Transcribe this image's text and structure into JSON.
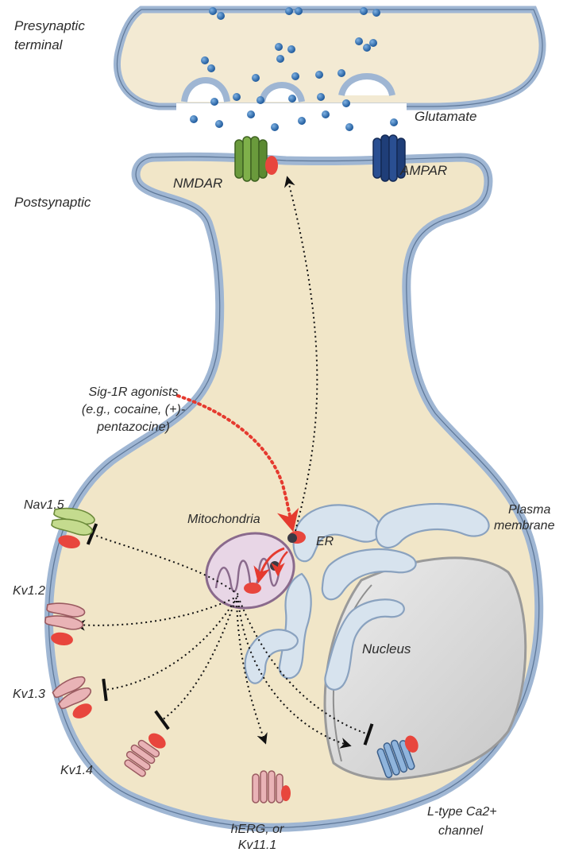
{
  "labels": {
    "presynaptic_line1": "Presynaptic",
    "presynaptic_line2": "terminal",
    "glutamate": "Glutamate",
    "nmdar": "NMDAR",
    "ampar": "AMPAR",
    "postsynaptic": "Postsynaptic",
    "agonists_line1": "Sig-1R agonists",
    "agonists_line2": "(e.g., cocaine, (+)-",
    "agonists_line3": "pentazocine)",
    "mitochondria": "Mitochondria",
    "er": "ER",
    "nucleus": "Nucleus",
    "plasma_line1": "Plasma",
    "plasma_line2": "membrane",
    "nav15": "Nav1.5",
    "kv12": "Kv1.2",
    "kv13": "Kv1.3",
    "kv14": "Kv1.4",
    "herg_line1": "hERG, or",
    "herg_line2": "Kv11.1",
    "ltype_line1": "L-type Ca2+",
    "ltype_line2": "channel"
  },
  "colors": {
    "cytoplasm": "#f1e6c8",
    "membrane": "#9fb6d3",
    "membrane_outline": "#5f7898",
    "nmdar": "#6a9a3c",
    "ampar": "#1f3e78",
    "sig1r": "#e8463d",
    "agonist_arrow": "#e53a2f",
    "nav": "#c4db8e",
    "kv": "#e9b3b6",
    "ltype": "#8fb4dc",
    "er": "#d7e3ee",
    "nucleus": "#dcdcdc",
    "glutamate": "#2b6aa8"
  }
}
